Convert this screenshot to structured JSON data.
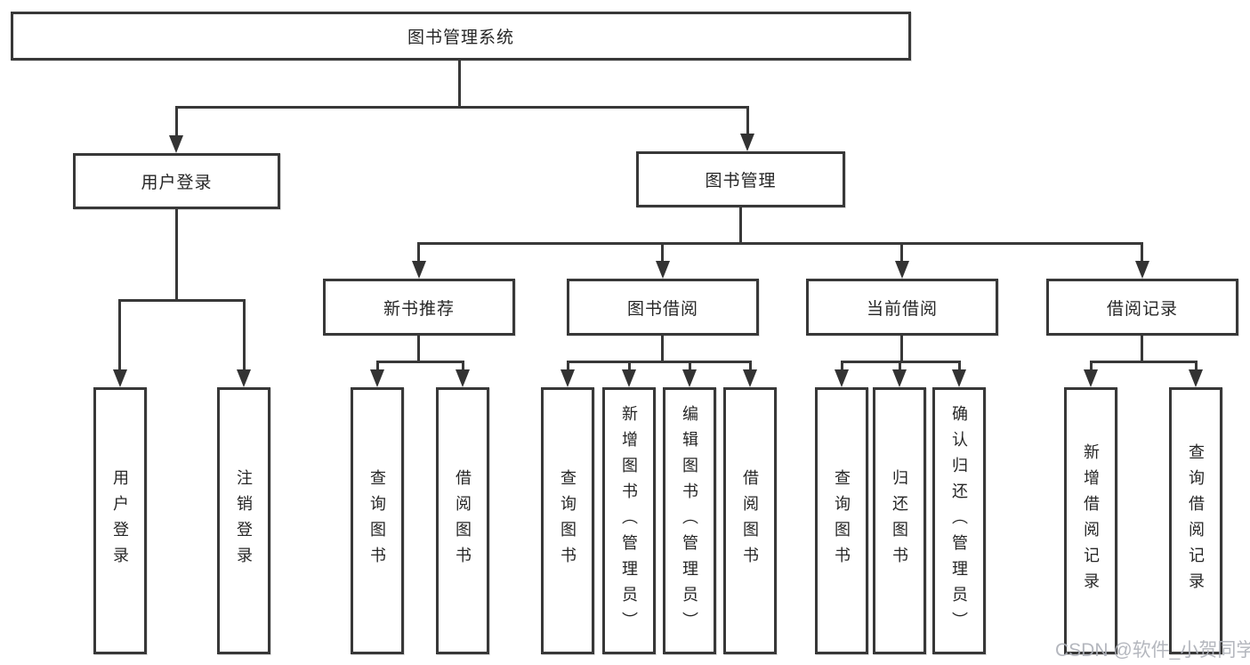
{
  "diagram": {
    "root": {
      "label": "图书管理系统"
    },
    "branches": [
      {
        "id": "user-login",
        "label": "用户登录"
      },
      {
        "id": "book-management",
        "label": "图书管理"
      }
    ],
    "modules": [
      {
        "id": "new-book-recommend",
        "label": "新书推荐"
      },
      {
        "id": "book-borrowing",
        "label": "图书借阅"
      },
      {
        "id": "current-borrowing",
        "label": "当前借阅"
      },
      {
        "id": "borrowing-records",
        "label": "借阅记录"
      }
    ],
    "leaves": [
      {
        "id": "user-login",
        "parent": "user-login",
        "label": "用户登录"
      },
      {
        "id": "logout",
        "parent": "user-login",
        "label": "注销登录"
      },
      {
        "id": "query-books-recommend",
        "parent": "new-book-recommend",
        "label": "查询图书"
      },
      {
        "id": "borrow-books-recommend",
        "parent": "new-book-recommend",
        "label": "借阅图书"
      },
      {
        "id": "query-books-borrowing",
        "parent": "book-borrowing",
        "label": "查询图书"
      },
      {
        "id": "add-books-admin",
        "parent": "book-borrowing",
        "label": "新增图书（管理员）"
      },
      {
        "id": "edit-books-admin",
        "parent": "book-borrowing",
        "label": "编辑图书（管理员）"
      },
      {
        "id": "borrow-books",
        "parent": "book-borrowing",
        "label": "借阅图书"
      },
      {
        "id": "query-books-current",
        "parent": "current-borrowing",
        "label": "查询图书"
      },
      {
        "id": "return-books",
        "parent": "current-borrowing",
        "label": "归还图书"
      },
      {
        "id": "confirm-return-admin",
        "parent": "current-borrowing",
        "label": "确认归还（管理员）"
      },
      {
        "id": "add-borrow-record",
        "parent": "borrowing-records",
        "label": "新增借阅记录"
      },
      {
        "id": "query-borrow-record",
        "parent": "borrowing-records",
        "label": "查询借阅记录"
      }
    ],
    "watermark": {
      "text": "CSDN @软件_小贺同学"
    },
    "colors": {
      "line": "#383838",
      "box_border": "#383838",
      "text": "#262626",
      "watermark": "#aeb1b9",
      "background": "#ffffff"
    }
  }
}
